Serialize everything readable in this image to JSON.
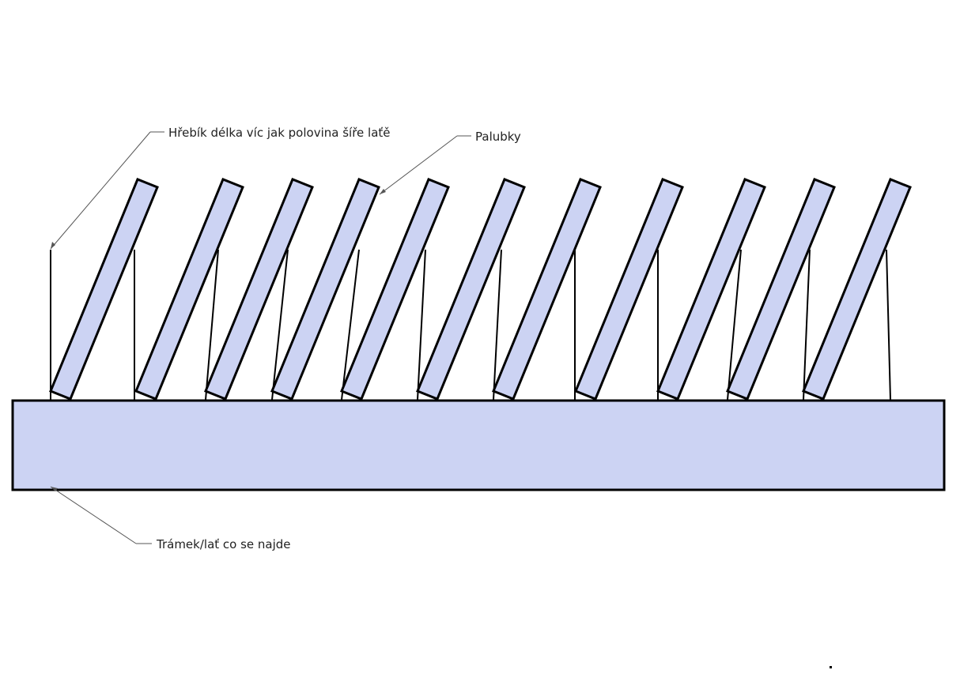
{
  "annotations": {
    "nail": "Hřebík délka víc jak polovina šíře laťě",
    "boards": "Palubky",
    "beam": "Trámek/lať co se najde"
  },
  "colors": {
    "fill": "#ccd3f3",
    "stroke": "#000000",
    "leader": "#555555",
    "text": "#222222"
  },
  "board_count": 11
}
